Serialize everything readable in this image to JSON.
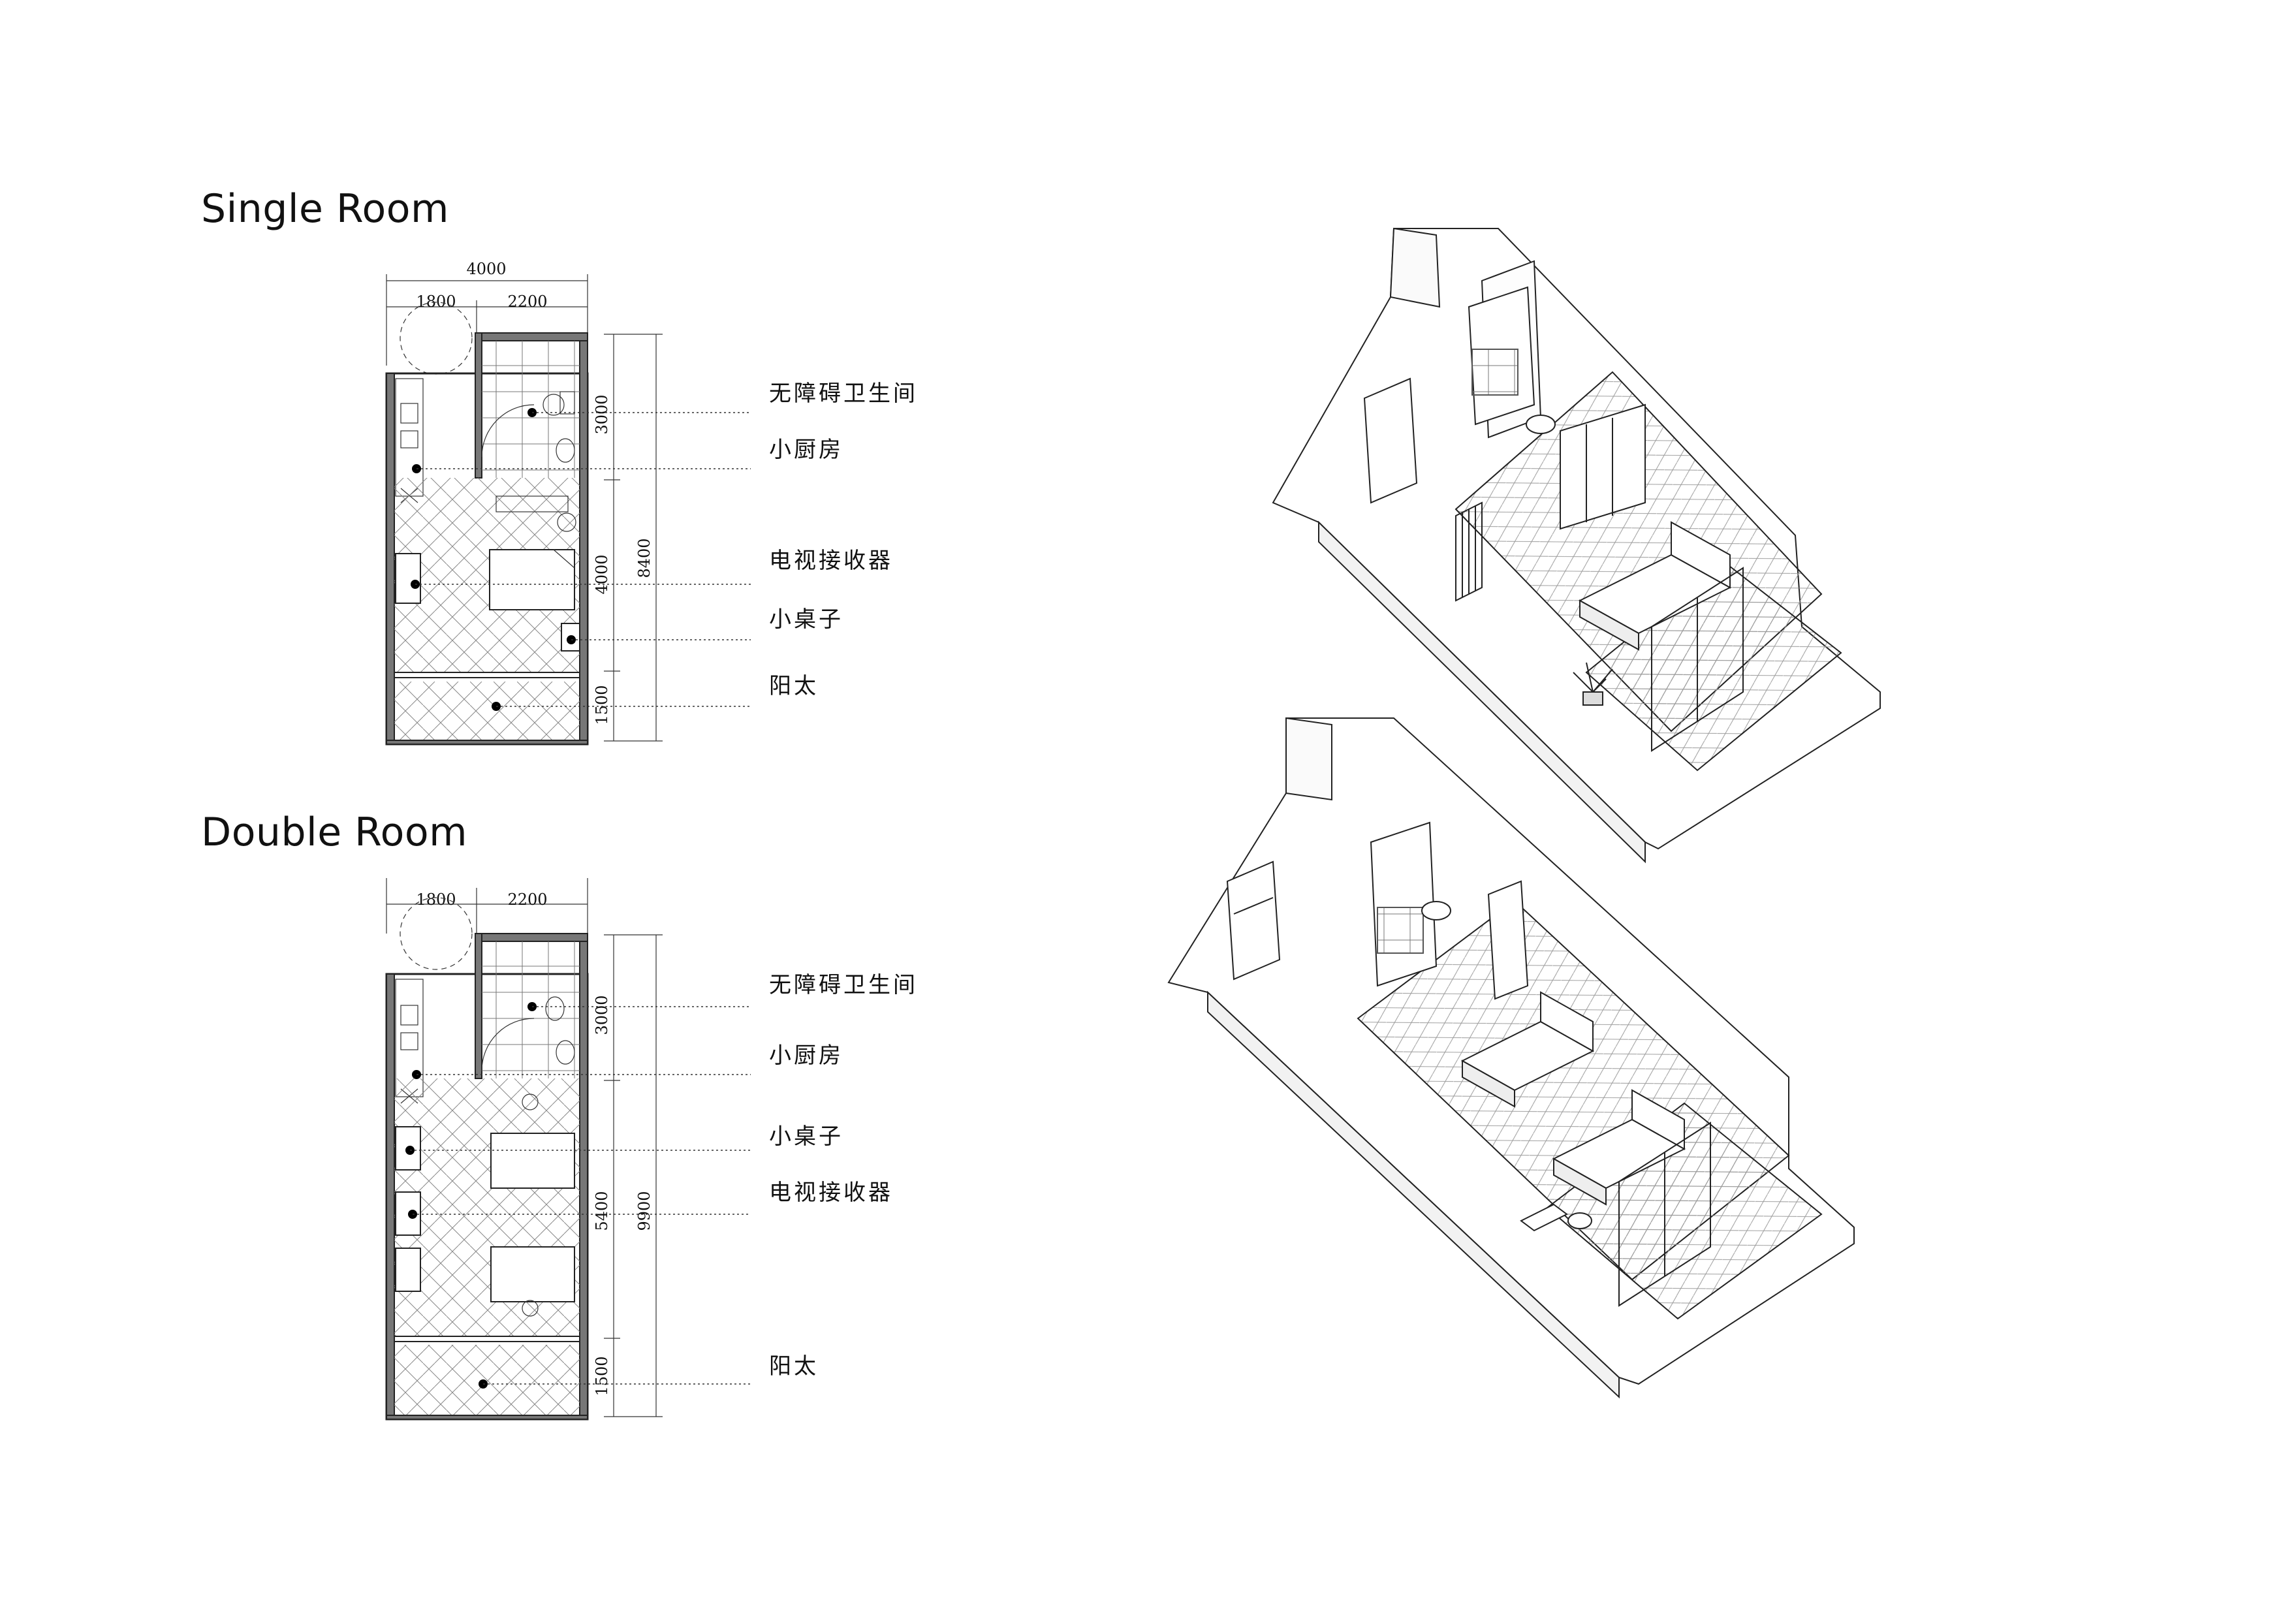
{
  "single": {
    "title": "Single Room",
    "dims": {
      "total_width": "4000",
      "left_width": "1800",
      "right_width": "2200",
      "bath_len": "3000",
      "room_len": "4000",
      "balcony_len": "1500",
      "total_len": "8400"
    },
    "labels": [
      "无障碍卫生间",
      "小厨房",
      "电视接收器",
      "小桌子",
      "阳太"
    ]
  },
  "double": {
    "title": "Double Room",
    "dims": {
      "left_width": "1800",
      "right_width": "2200",
      "bath_len": "3000",
      "room_len": "5400",
      "balcony_len": "1500",
      "total_len": "9900"
    },
    "labels": [
      "无障碍卫生间",
      "小厨房",
      "小桌子",
      "电视接收器",
      "阳太"
    ]
  }
}
